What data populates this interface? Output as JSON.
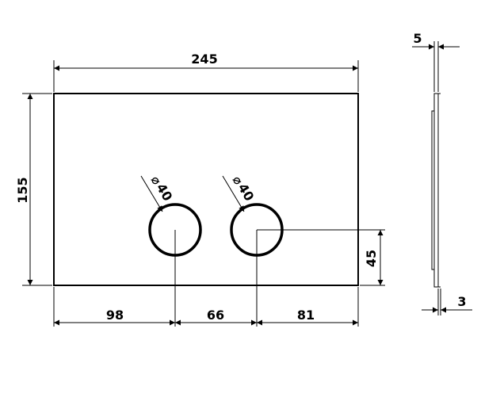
{
  "drawing": {
    "plate": {
      "width": "245",
      "height": "155"
    },
    "buttons": {
      "left_diameter": "40",
      "right_diameter": "40",
      "diameter_symbol": "⌀"
    },
    "spacing": {
      "left_offset": "98",
      "between": "66",
      "right_offset": "81",
      "vertical_offset": "45"
    },
    "side_view": {
      "top_thickness": "5",
      "bottom_thickness": "3"
    }
  }
}
